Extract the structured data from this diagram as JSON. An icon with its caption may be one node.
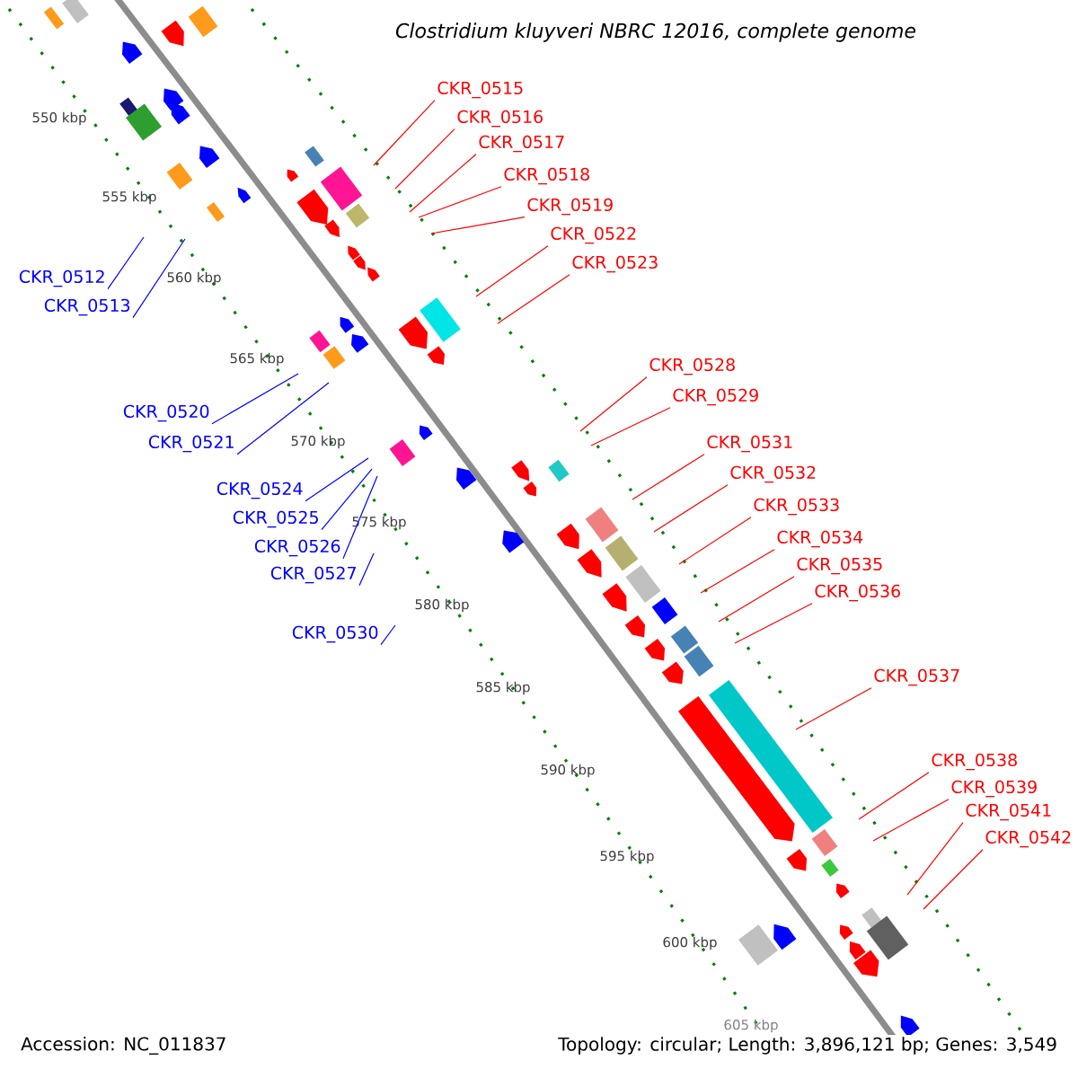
{
  "diagram": {
    "title": "Clostridium kluyveri NBRC 12016, complete genome",
    "nodes": [
      {
        "text": [
          "CKR_0512"
        ]
      },
      {
        "text": [
          "CKR_0513"
        ]
      },
      {
        "text": [
          "CKR_0515"
        ]
      },
      {
        "text": [
          "CKR_0516"
        ]
      },
      {
        "text": [
          "CKR_0517"
        ]
      },
      {
        "text": [
          "CKR_0518"
        ]
      },
      {
        "text": [
          "CKR_0519"
        ]
      },
      {
        "text": [
          "CKR_0520"
        ]
      },
      {
        "text": [
          "CKR_0521"
        ]
      },
      {
        "text": [
          "CKR_0522"
        ]
      },
      {
        "text": [
          "CKR_0523"
        ]
      },
      {
        "text": [
          "CKR_0524"
        ]
      },
      {
        "text": [
          "CKR_0525"
        ]
      },
      {
        "text": [
          "CKR_0526"
        ]
      },
      {
        "text": [
          "CKR_0527"
        ]
      },
      {
        "text": [
          "CKR_0528"
        ]
      },
      {
        "text": [
          "CKR_0529"
        ]
      },
      {
        "text": [
          "CKR_0530"
        ]
      },
      {
        "text": [
          "CKR_0531"
        ]
      },
      {
        "text": [
          "CKR_0532"
        ]
      },
      {
        "text": [
          "CKR_0533"
        ]
      },
      {
        "text": [
          "CKR_0534"
        ]
      },
      {
        "text": [
          "CKR_0535"
        ]
      },
      {
        "text": [
          "CKR_0536"
        ]
      },
      {
        "text": [
          "CKR_0537"
        ]
      },
      {
        "text": [
          "CKR_0538"
        ]
      },
      {
        "text": [
          "CKR_0539"
        ]
      },
      {
        "text": [
          "CKR_0541"
        ]
      },
      {
        "text": [
          "CKR_0542"
        ]
      }
    ],
    "edges": [
      {
        "from": 0,
        "to": null,
        "arrow": "none",
        "color": "#0000ff"
      },
      {
        "from": 1,
        "to": null,
        "arrow": "none",
        "color": "#0000ff"
      },
      {
        "from": 2,
        "to": null,
        "arrow": "none"
      },
      {
        "from": 3,
        "to": null,
        "arrow": "none"
      },
      {
        "from": 4,
        "to": null,
        "arrow": "none"
      },
      {
        "from": 5,
        "to": null,
        "arrow": "none"
      },
      {
        "from": 6,
        "to": null,
        "arrow": "none"
      },
      {
        "from": 7,
        "to": null,
        "arrow": "none",
        "color": "#0000ff"
      },
      {
        "from": 8,
        "to": null,
        "arrow": "none",
        "color": "#0000ff"
      },
      {
        "from": 9,
        "to": null,
        "arrow": "none"
      },
      {
        "from": 10,
        "to": null,
        "arrow": "none"
      },
      {
        "from": 11,
        "to": null,
        "arrow": "none",
        "color": "#0000ff"
      },
      {
        "from": 12,
        "to": null,
        "arrow": "none",
        "color": "#0000ff"
      },
      {
        "from": 13,
        "to": null,
        "arrow": "none",
        "color": "#0000ff"
      },
      {
        "from": 14,
        "to": null,
        "arrow": "none",
        "color": "#0000ff"
      },
      {
        "from": 15,
        "to": null,
        "arrow": "none"
      },
      {
        "from": 16,
        "to": null,
        "arrow": "none"
      },
      {
        "from": 17,
        "to": null,
        "arrow": "none",
        "color": "#0000ff"
      },
      {
        "from": 18,
        "to": null,
        "arrow": "none"
      },
      {
        "from": 19,
        "to": null,
        "arrow": "none"
      },
      {
        "from": 20,
        "to": null,
        "arrow": "none"
      },
      {
        "from": 21,
        "to": null,
        "arrow": "none"
      },
      {
        "from": 22,
        "to": null,
        "arrow": "none"
      },
      {
        "from": 23,
        "to": null,
        "arrow": "none"
      },
      {
        "from": 24,
        "to": null,
        "arrow": "none"
      },
      {
        "from": 25,
        "to": null,
        "arrow": "none"
      },
      {
        "from": 26,
        "to": null,
        "arrow": "none"
      },
      {
        "from": 27,
        "to": null,
        "arrow": "none"
      },
      {
        "from": 28,
        "to": null,
        "arrow": "none"
      }
    ],
    "labels": [
      "550 kbp",
      "555 kbp",
      "560 kbp",
      "565 kbp",
      "570 kbp",
      "575 kbp",
      "580 kbp",
      "585 kbp",
      "590 kbp",
      "595 kbp",
      "600 kbp",
      "605 kbp",
      "Accession: NC_011837",
      "Topology: circular; Length: 3,896,121 bp; Genes: 3,549"
    ]
  }
}
